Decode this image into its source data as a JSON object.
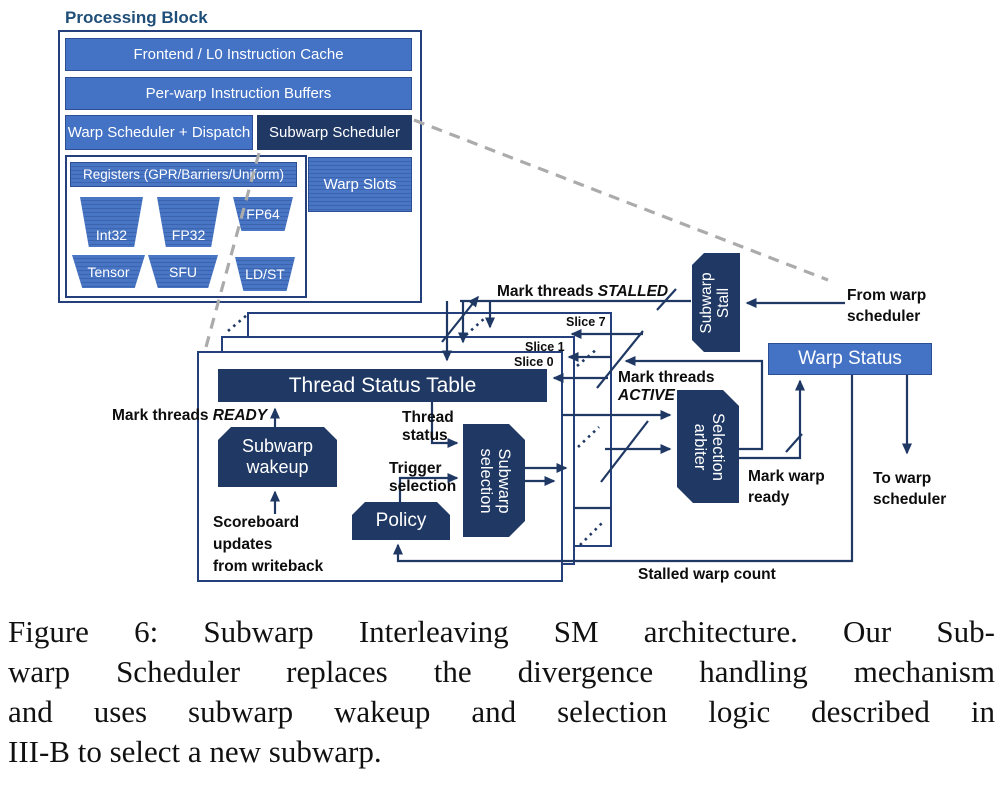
{
  "processing_block": {
    "title": "Processing Block",
    "frontend": "Frontend / L0 Instruction Cache",
    "instruction_buffers": "Per-warp Instruction Buffers",
    "warp_scheduler": "Warp Scheduler + Dispatch",
    "subwarp_scheduler": "Subwarp Scheduler",
    "registers": "Registers (GPR/Barriers/Uniform)",
    "warp_slots": "Warp Slots",
    "units": {
      "int32": "Int32",
      "fp32": "FP32",
      "fp64": "FP64",
      "tensor": "Tensor",
      "sfu": "SFU",
      "ldst": "LD/ST"
    }
  },
  "diagram": {
    "slice7": "Slice 7",
    "slice1": "Slice 1",
    "slice0": "Slice 0",
    "thread_status_table": "Thread Status Table",
    "subwarp_wakeup_l1": "Subwarp",
    "subwarp_wakeup_l2": "wakeup",
    "policy": "Policy",
    "subwarp_selection_l1": "Subwarp",
    "subwarp_selection_l2": "selection",
    "selection_arbiter_l1": "Selection",
    "selection_arbiter_l2": "arbiter",
    "subwarp_stall_l1": "Subwarp",
    "subwarp_stall_l2": "Stall",
    "warp_status": "Warp Status",
    "labels": {
      "mark_stalled_prefix": "Mark threads ",
      "mark_stalled_emph": "STALLED",
      "mark_ready_prefix": "Mark threads ",
      "mark_ready_emph": "READY",
      "mark_active_prefix": "Mark threads",
      "mark_active_emph": "ACTIVE",
      "thread_status_l1": "Thread",
      "thread_status_l2": "status",
      "trigger_l1": "Trigger",
      "trigger_l2": "selection",
      "scoreboard_l1": "Scoreboard",
      "scoreboard_l2": "updates",
      "scoreboard_l3": "from writeback",
      "mark_warp_ready_l1": "Mark warp",
      "mark_warp_ready_l2": "ready",
      "from_warp_l1": "From warp",
      "from_warp_l2": "scheduler",
      "to_warp_l1": "To warp",
      "to_warp_l2": "scheduler",
      "stalled_warp_count": "Stalled warp count"
    }
  },
  "caption": {
    "lines": [
      "Figure 6: Subwarp Interleaving SM architecture. Our Sub-",
      "warp Scheduler replaces the divergence handling mechanism",
      "and uses subwarp wakeup and selection logic described in",
      "III-B to select a new subwarp."
    ]
  },
  "colors": {
    "accent_blue": "#4472C4",
    "dark_navy": "#1F3864",
    "wire_navy": "#24407c",
    "callout_gray": "#ABABAB"
  }
}
